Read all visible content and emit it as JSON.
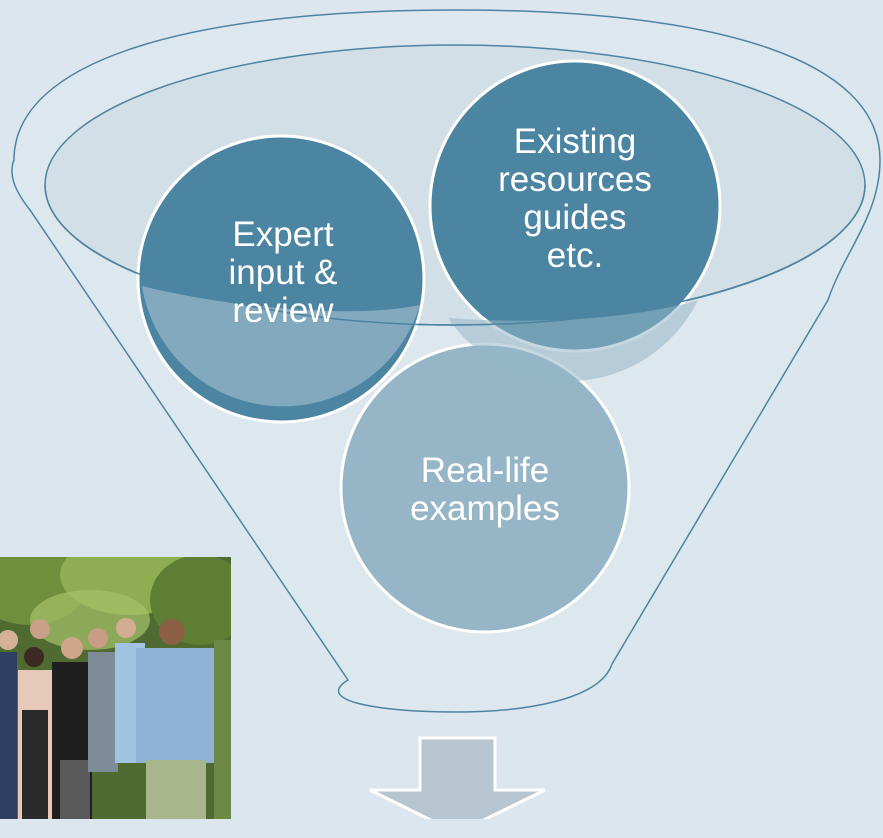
{
  "diagram": {
    "circles": [
      {
        "id": "expert",
        "label": "Expert\ninput &\nreview"
      },
      {
        "id": "existing",
        "label": "Existing\nresources\nguides\netc."
      },
      {
        "id": "real",
        "label": "Real-life\nexamples"
      }
    ],
    "colors": {
      "background": "#dce6ee",
      "funnel_fill": "#dde7ee",
      "funnel_stroke": "#4d84a1",
      "dark_circle": "#4c85a2",
      "light_circle": "#96b6c7",
      "arrow_fill": "#b6c5d0"
    },
    "photo": {
      "icon": "group-photo-icon"
    }
  }
}
